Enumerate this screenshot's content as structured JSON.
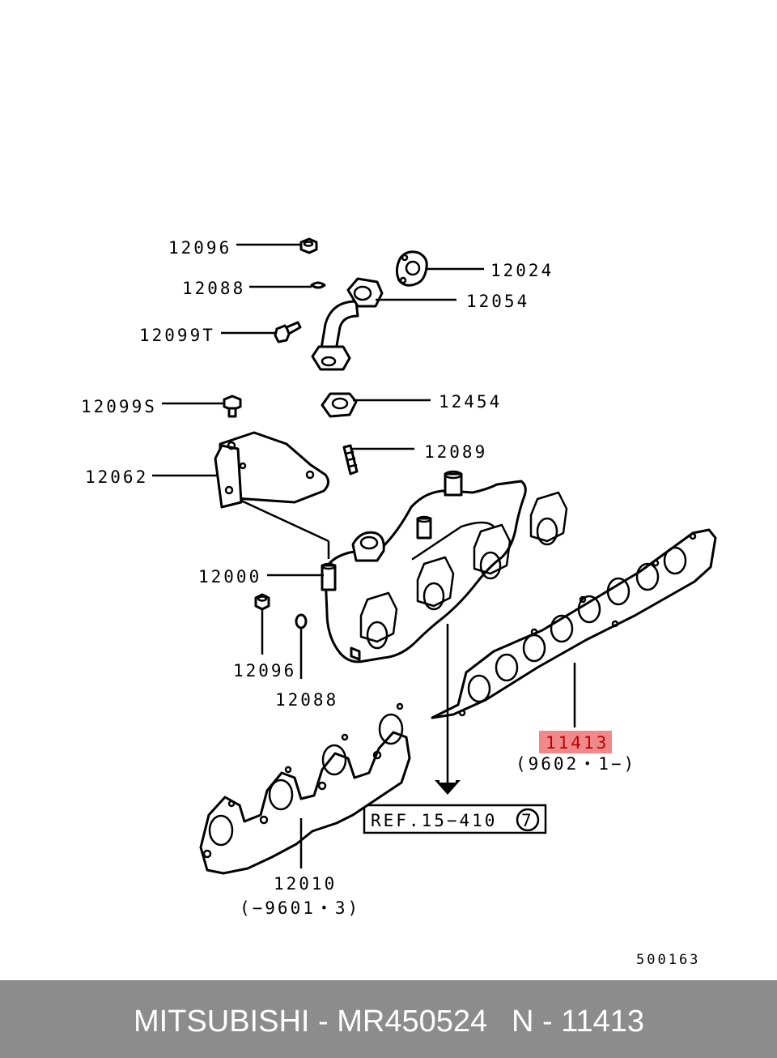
{
  "diagram": {
    "labels": {
      "p12096_top": "12096",
      "p12088_top": "12088",
      "p12099T": "12099T",
      "p12024": "12024",
      "p12054": "12054",
      "p12099S": "12099S",
      "p12454": "12454",
      "p12089": "12089",
      "p12062": "12062",
      "p12000": "12000",
      "p12096_bottom": "12096",
      "p12088_bottom": "12088",
      "p11413": "11413",
      "p11413_range": "(9602・1−)",
      "ref_text": "REF.15−410",
      "ref_circle": "7",
      "p12010": "12010",
      "p12010_range": "(−9601・3)",
      "drawing_number": "500163"
    },
    "highlight_color": "#f08a8a"
  },
  "footer": {
    "brand_part": "MITSUBISHI - MR450524",
    "code": "N - 11413",
    "background": "#8c8c8c",
    "text_color": "#ffffff"
  }
}
